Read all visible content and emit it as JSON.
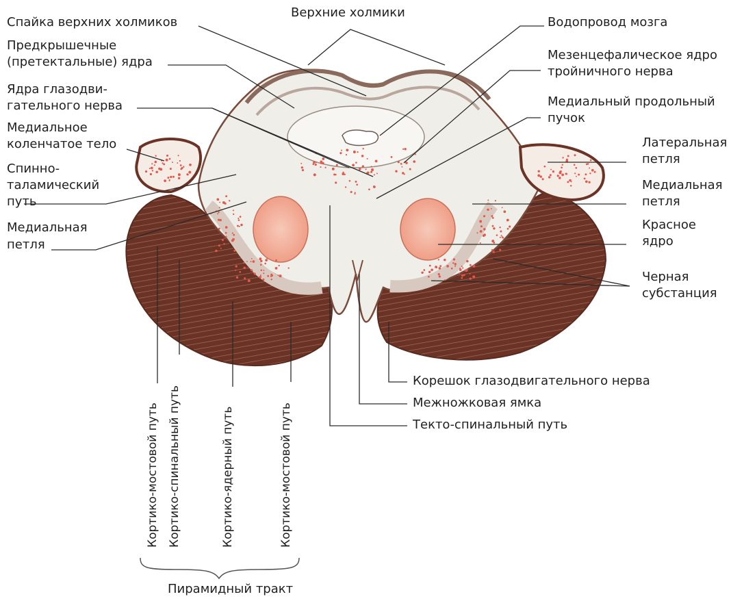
{
  "labels": {
    "superior_colliculi": "Верхние холмики",
    "commissure": "Спайка верхних холмиков",
    "pretectal_1": "Предкрышечные",
    "pretectal_2": "(претектальные) ядра",
    "oculomotor_nuclei_1": "Ядра глазодви-",
    "oculomotor_nuclei_2": "гательного нерва",
    "medial_geniculate_1": "Медиальное",
    "medial_geniculate_2": "коленчатое тело",
    "spinothalamic_1": "Спинно-",
    "spinothalamic_2": "таламический",
    "spinothalamic_3": "путь",
    "medial_lemniscus_left_1": "Медиальная",
    "medial_lemniscus_left_2": "петля",
    "aqueduct": "Водопровод мозга",
    "mesencephalic_1": "Мезенцефалическое ядро",
    "mesencephalic_2": "тройничного нерва",
    "mlf_1": "Медиальный продольный",
    "mlf_2": "пучок",
    "lateral_lemniscus_1": "Латеральная",
    "lateral_lemniscus_2": "петля",
    "medial_lemniscus_right_1": "Медиальная",
    "medial_lemniscus_right_2": "петля",
    "red_nucleus_1": "Красное",
    "red_nucleus_2": "ядро",
    "substantia_nigra_1": "Черная",
    "substantia_nigra_2": "субстанция",
    "oculomotor_root": "Корешок глазодвигательного нерва",
    "interpeduncular_fossa": "Межножковая ямка",
    "tectospinal": "Текто-спинальный путь",
    "corticopontine_1": "Кортико-мостовой путь",
    "corticospinal": "Кортико-спинальный путь",
    "corticonuclear": "Кортико-ядерный путь",
    "corticopontine_2": "Кортико-мостовой путь",
    "pyramidal_tract": "Пирамидный тракт"
  },
  "colors": {
    "peduncle": "#6b3325",
    "tegmentum": "#efeee8",
    "outline": "#7a4a3a",
    "red_nucleus": "#f2b3a0",
    "red_dots": "#e4574a",
    "leader": "#2a2a2a"
  }
}
